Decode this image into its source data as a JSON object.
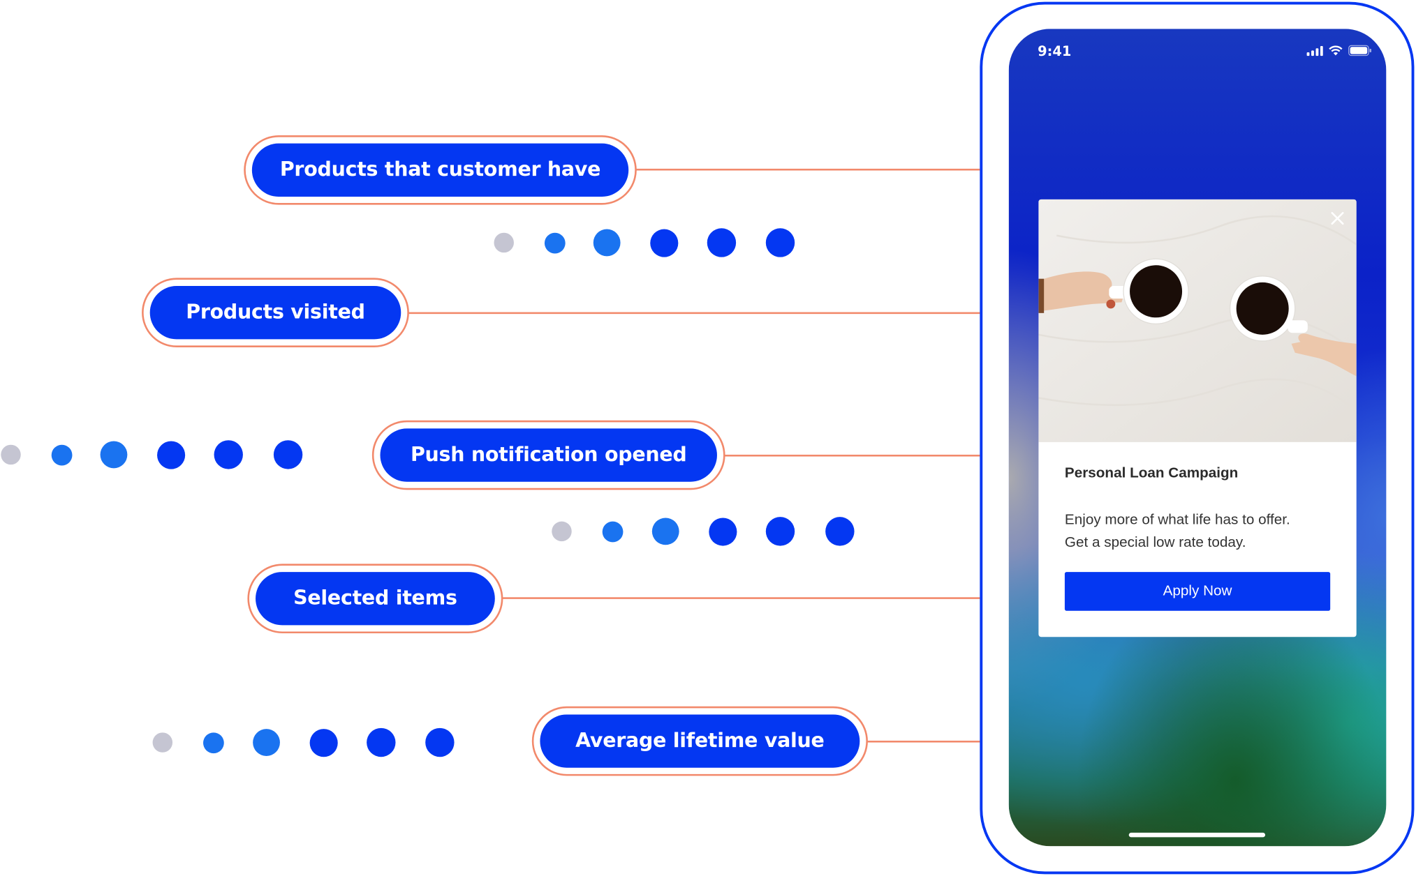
{
  "labels": [
    {
      "text": "Products that customer have"
    },
    {
      "text": "Products visited"
    },
    {
      "text": "Push notification opened"
    },
    {
      "text": "Selected items"
    },
    {
      "text": "Average lifetime value"
    }
  ],
  "colors": {
    "pill_blue": "#0437f2",
    "connector_orange": "#f2896b",
    "dot_gray": "#c5c5d2",
    "dot_light_blue": "#1a73f0",
    "dot_blue": "#0437f2"
  },
  "phone": {
    "time": "9:41",
    "status_icons": [
      "signal-icon",
      "wifi-icon",
      "battery-icon"
    ],
    "card": {
      "title": "Personal Loan Campaign",
      "body_line1": "Enjoy more of what life has to offer.",
      "body_line2": "Get a special low rate today.",
      "button": "Apply Now",
      "close_icon": "close-icon"
    }
  }
}
